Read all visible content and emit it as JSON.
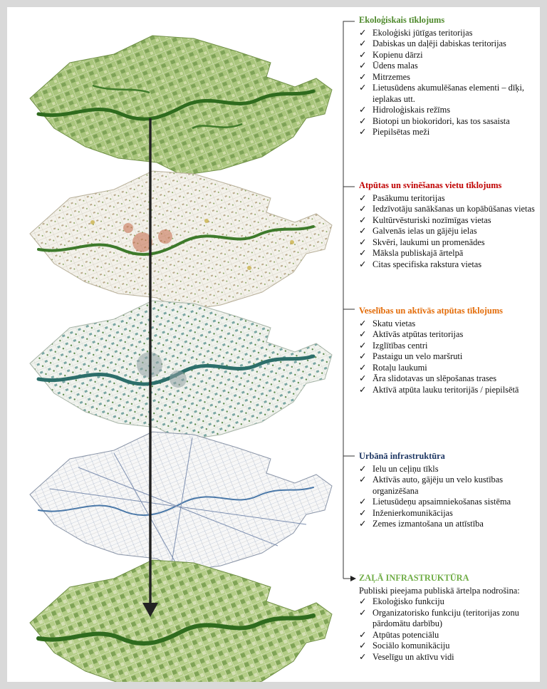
{
  "colors": {
    "ecological": "#4f8a2c",
    "leisure": "#c00000",
    "health": "#e36c09",
    "urban": "#1f3864",
    "green": "#70ad47",
    "arrow": "#222222"
  },
  "check_symbol": "✓",
  "groups": [
    {
      "title": "Ekoloģiskais tīklojums",
      "items": [
        "Ekoloģiski jūtīgas teritorijas",
        "Dabiskas un daļēji dabiskas teritorijas",
        "Kopienu dārzi",
        "Ūdens malas",
        "Mitrzemes",
        "Lietusūdens akumulēšanas elementi – dīķi, ieplakas utt.",
        "Hidroloģiskais režīms",
        "Biotopi un biokoridori, kas tos sasaista",
        "Piepilsētas meži"
      ]
    },
    {
      "title": "Atpūtas un svinēšanas vietu tīklojums",
      "items": [
        "Pasākumu teritorijas",
        "Iedzīvotāju sanākšanas un kopābūšanas vietas",
        "Kultūrvēsturiski nozīmīgas vietas",
        "Galvenās ielas un gājēju ielas",
        "Skvēri, laukumi un promenādes",
        "Māksla publiskajā ārtelpā",
        "Citas specifiska rakstura vietas"
      ]
    },
    {
      "title": "Veselības un aktīvās atpūtas tīklojums",
      "items": [
        "Skatu vietas",
        "Aktīvās atpūtas teritorijas",
        "Izglītības centri",
        "Pastaigu un velo maršruti",
        "Rotaļu laukumi",
        "Āra slidotavas un slēpošanas trases",
        "Aktīvā atpūta lauku teritorijās / piepilsētā"
      ]
    },
    {
      "title": "Urbānā infrastruktūra",
      "items": [
        "Ielu un ceļiņu tīkls",
        "Aktīvās auto, gājēju un velo kustības organizēšana",
        "Lietusūdeņu apsaimniekošanas sistēma",
        "Inženierkomunikācijas",
        "Zemes izmantošana un attīstība"
      ]
    },
    {
      "title": "ZAĻĀ INFRASTRUKTŪRA",
      "intro": "Publiski pieejama publiskā ārtelpa nodrošina:",
      "items": [
        "Ekoloģisko funkciju",
        "Organizatorisko funkciju (teritorijas zonu pārdomātu darbību)",
        "Atpūtas potenciālu",
        "Sociālo komunikāciju",
        "Veselīgu un aktīvu vidi"
      ]
    }
  ]
}
